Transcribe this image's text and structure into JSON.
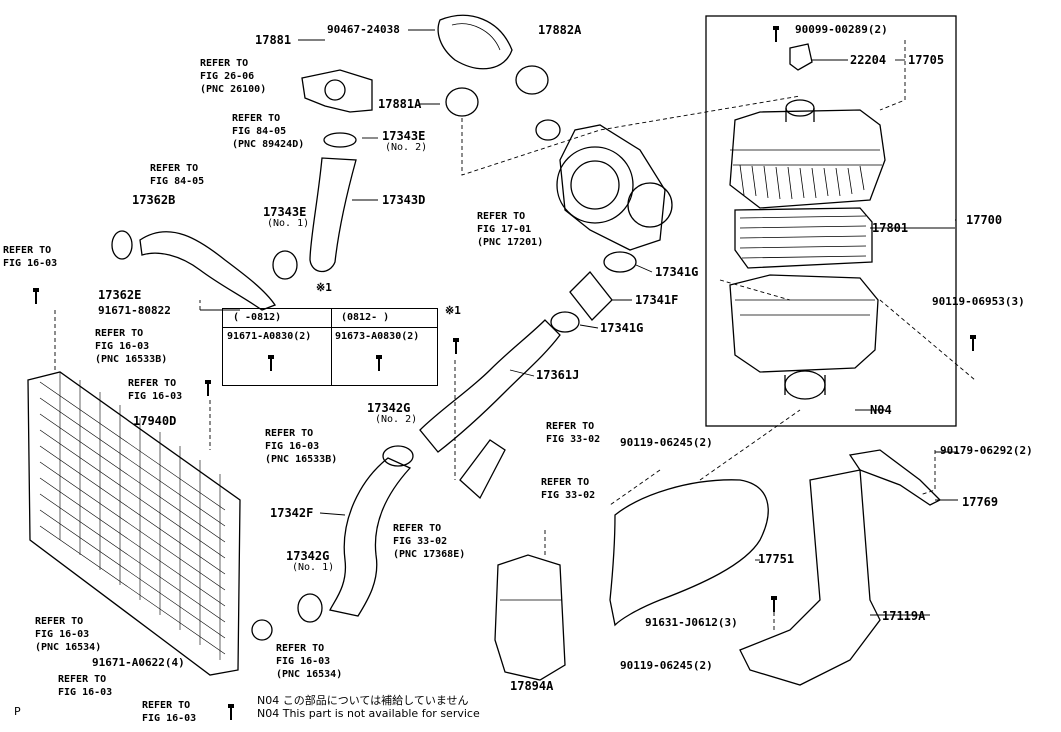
{
  "labels": {
    "p17881": "17881",
    "p90467": "90467-24038",
    "p17882a": "17882A",
    "p17881a": "17881A",
    "p17343e_2": "17343E",
    "no2_a": "(No. 2)",
    "p17343d": "17343D",
    "p17343e_1": "17343E",
    "no1_a": "(No. 1)",
    "p17362b": "17362B",
    "p17362e": "17362E",
    "p91671_80822": "91671-80822",
    "p17341g_a": "17341G",
    "p17341f": "17341F",
    "p17341g_b": "17341G",
    "p17361j": "17361J",
    "p17342g_2": "17342G",
    "no2_b": "(No. 2)",
    "p17342f": "17342F",
    "p17342g_1": "17342G",
    "no1_b": "(No. 1)",
    "p17940d": "17940D",
    "p91671_a0622": "91671-A0622(4)",
    "p17894a": "17894A",
    "p90119_06245_a": "90119-06245(2)",
    "p90119_06245_b": "90119-06245(2)",
    "p17751": "17751",
    "p91631_j0612": "91631-J0612(3)",
    "p17119a": "17119A",
    "p17769": "17769",
    "p90179_06292": "90179-06292(2)",
    "p90119_06953": "90119-06953(3)",
    "p17700": "17700",
    "p17801": "17801",
    "p90099_00289": "90099-00289(2)",
    "p22204": "22204",
    "p17705": "17705",
    "n04": "N04",
    "mark1": "※1",
    "mark2": "※1",
    "page_p": "P"
  },
  "refers": {
    "r1": {
      "l1": "REFER TO",
      "l2": "FIG 26-06",
      "l3": "(PNC 26100)"
    },
    "r2": {
      "l1": "REFER TO",
      "l2": "FIG 84-05",
      "l3": "(PNC 89424D)"
    },
    "r3": {
      "l1": "REFER TO",
      "l2": "FIG 84-05"
    },
    "r4": {
      "l1": "REFER TO",
      "l2": "FIG 17-01",
      "l3": "(PNC 17201)"
    },
    "r5": {
      "l1": "REFER TO",
      "l2": "FIG 16-03"
    },
    "r6": {
      "l1": "REFER TO",
      "l2": "FIG 16-03",
      "l3": "(PNC 16533B)"
    },
    "r7": {
      "l1": "REFER TO",
      "l2": "FIG 16-03"
    },
    "r8": {
      "l1": "REFER TO",
      "l2": "FIG 16-03",
      "l3": "(PNC 16533B)"
    },
    "r9": {
      "l1": "REFER TO",
      "l2": "FIG 33-02"
    },
    "r10": {
      "l1": "REFER TO",
      "l2": "FIG 33-02"
    },
    "r11": {
      "l1": "REFER TO",
      "l2": "FIG 33-02",
      "l3": "(PNC 17368E)"
    },
    "r12": {
      "l1": "REFER TO",
      "l2": "FIG 16-03",
      "l3": "(PNC 16534)"
    },
    "r13": {
      "l1": "REFER TO",
      "l2": "FIG 16-03",
      "l3": "(PNC 16534)"
    },
    "r14": {
      "l1": "REFER TO",
      "l2": "FIG 16-03"
    },
    "r15": {
      "l1": "REFER TO",
      "l2": "FIG 16-03"
    }
  },
  "table": {
    "h1": "(    -0812)",
    "h2": "(0812-    )",
    "c1": "91671-A0830(2)",
    "c2": "91673-A0830(2)"
  },
  "notes": {
    "jp": "N04  この部品については補給していません",
    "en": "N04  This part is not available for service"
  }
}
